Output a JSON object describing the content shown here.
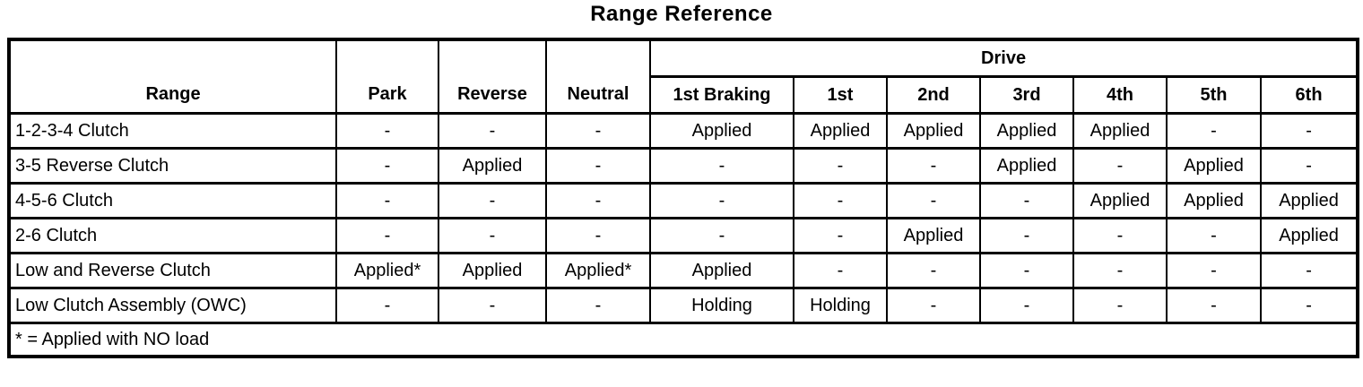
{
  "title": "Range Reference",
  "table": {
    "headers": {
      "range": "Range",
      "park": "Park",
      "reverse": "Reverse",
      "neutral": "Neutral",
      "drive": "Drive",
      "drive_sub": [
        "1st Braking",
        "1st",
        "2nd",
        "3rd",
        "4th",
        "5th",
        "6th"
      ]
    },
    "rows": [
      {
        "label": "1-2-3-4 Clutch",
        "values": [
          "-",
          "-",
          "-",
          "Applied",
          "Applied",
          "Applied",
          "Applied",
          "Applied",
          "-",
          "-"
        ]
      },
      {
        "label": "3-5 Reverse Clutch",
        "values": [
          "-",
          "Applied",
          "-",
          "-",
          "-",
          "-",
          "Applied",
          "-",
          "Applied",
          "-"
        ]
      },
      {
        "label": "4-5-6 Clutch",
        "values": [
          "-",
          "-",
          "-",
          "-",
          "-",
          "-",
          "-",
          "Applied",
          "Applied",
          "Applied"
        ]
      },
      {
        "label": "2-6 Clutch",
        "values": [
          "-",
          "-",
          "-",
          "-",
          "-",
          "Applied",
          "-",
          "-",
          "-",
          "Applied"
        ]
      },
      {
        "label": "Low and Reverse Clutch",
        "values": [
          "Applied*",
          "Applied",
          "Applied*",
          "Applied",
          "-",
          "-",
          "-",
          "-",
          "-",
          "-"
        ]
      },
      {
        "label": "Low Clutch Assembly (OWC)",
        "values": [
          "-",
          "-",
          "-",
          "Holding",
          "Holding",
          "-",
          "-",
          "-",
          "-",
          "-"
        ]
      }
    ],
    "footnote": "* = Applied with NO load"
  }
}
